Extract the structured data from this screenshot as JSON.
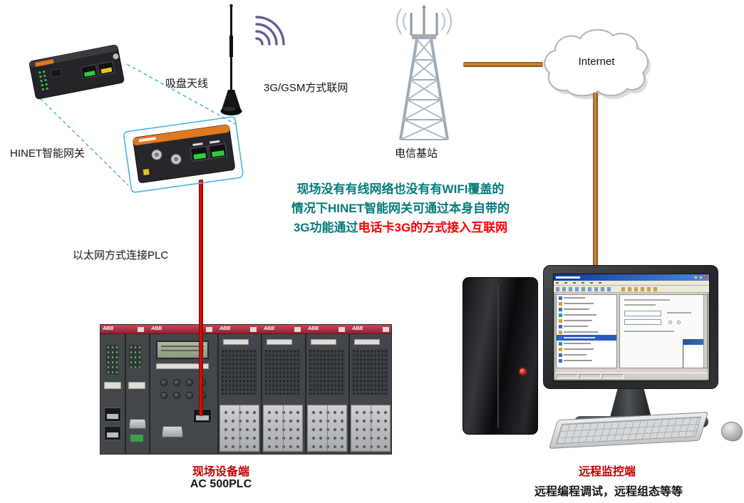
{
  "diagram": {
    "labels": {
      "gateway": "HINET智能网关",
      "antenna": "吸盘天线",
      "wireless": "3G/GSM方式联网",
      "base_station": "电信基站",
      "internet": "Internet",
      "ethernet_link": "以太网方式连接PLC"
    },
    "note": {
      "lines": [
        [
          {
            "t": "现场没有有线网络也没有有WIFI覆盖的",
            "c": "teal"
          }
        ],
        [
          {
            "t": "情况下HINET智能网关可通过本身自带的",
            "c": "teal"
          }
        ],
        [
          {
            "t": "3G功能通过",
            "c": "teal"
          },
          {
            "t": "电话卡3G的方式接入互联网",
            "c": "red"
          }
        ]
      ]
    },
    "captions": {
      "site_title": "现场设备端",
      "site_subtitle": "AC 500PLC",
      "remote_title": "远程监控端",
      "remote_subtitle": "远程编程调试，远程组态等等"
    },
    "plc_brand": "ABB",
    "colors": {
      "note_teal": "#057a7a",
      "note_red": "#ff0000",
      "caption_red": "#c00000",
      "cable_orange": "#c07a2e",
      "cable_red": "#cc1111",
      "gateway_orange": "#e07820"
    }
  }
}
